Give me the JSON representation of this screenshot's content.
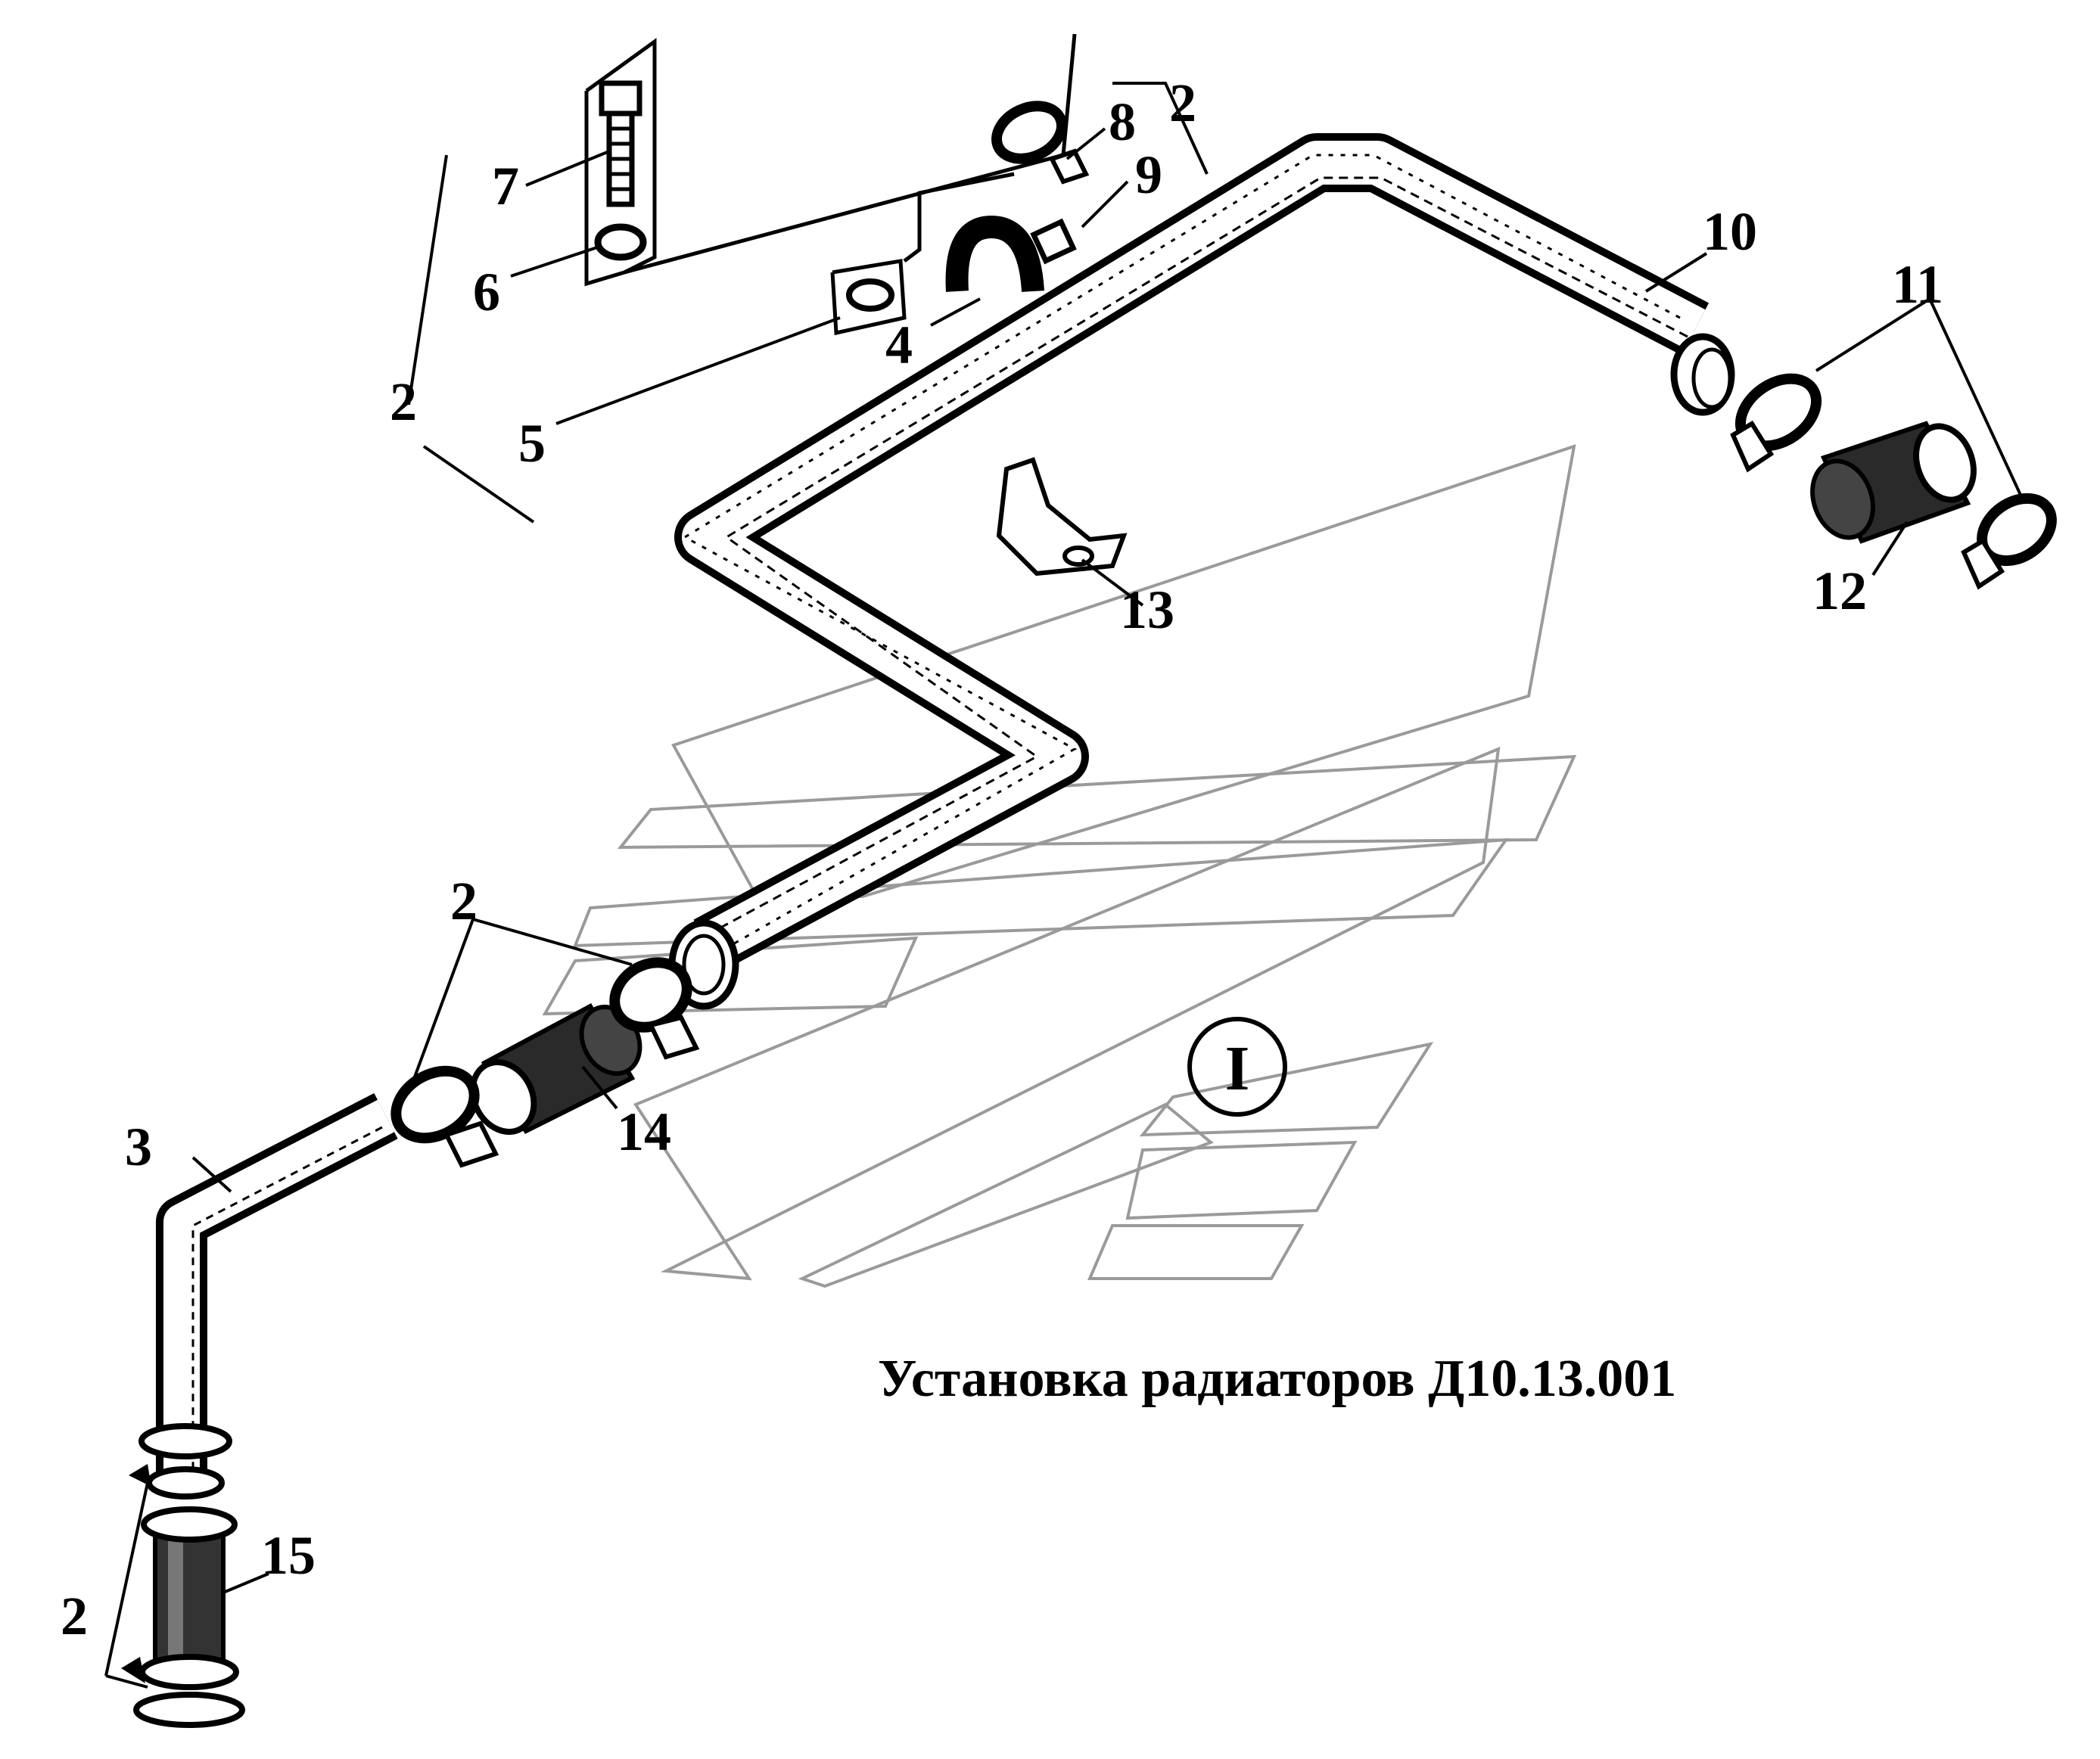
{
  "title": "Установка радиаторов Д10.13.001",
  "view_marker": "I",
  "callouts": {
    "c2a": "2",
    "c2b": "2",
    "c2c": "2",
    "c2d": "2",
    "c3": "3",
    "c4": "4",
    "c5": "5",
    "c6": "6",
    "c7": "7",
    "c8": "8",
    "c9": "9",
    "c10": "10",
    "c11": "11",
    "c12": "12",
    "c13": "13",
    "c14": "14",
    "c15": "15"
  },
  "colors": {
    "ink": "#000000",
    "watermark": "#9a9a9a"
  }
}
